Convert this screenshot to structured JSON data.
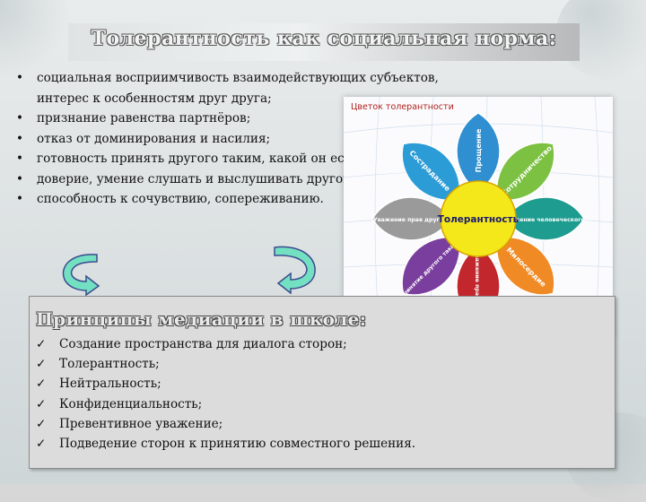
{
  "title": "Толерантность как социальная норма:",
  "bullets": [
    "социальная восприимчивость взаимодействующих субъектов, интерес к особенностям друг друга;",
    "признание равенства партнёров;",
    "отказ от доминирования и насилия;",
    "готовность принять другого таким, какой он есть;",
    "доверие, умение слушать и выслушивать другого;",
    "способность к сочувствию, сопереживанию."
  ],
  "bullet_symbol": "•",
  "flower": {
    "caption": "Цветок толерантности",
    "center": "Толерантность",
    "petals": [
      {
        "label": "Прощение",
        "color": "#2f8fd1"
      },
      {
        "label": "Сотрудничество",
        "color": "#7cc142"
      },
      {
        "label": "Уважение человеческого достоинства",
        "color": "#1d9c8f"
      },
      {
        "label": "Милосердие",
        "color": "#f08a24"
      },
      {
        "label": "Уважение прав других",
        "color": "#c1272d"
      },
      {
        "label": "Принятие другого таким, какой он есть",
        "color": "#7a3f9e"
      },
      {
        "label": "Уважение прав других",
        "color": "#9a9a9a"
      },
      {
        "label": "Сострадание",
        "color": "#2c9cd6"
      }
    ],
    "center_color": "#f4e81b"
  },
  "principles": {
    "title": "Принципы медиации в школе:",
    "check_symbol": "✓",
    "items": [
      "Создание пространства для диалога сторон;",
      "Толерантность;",
      "Нейтральность;",
      "Конфиденциальность;",
      "Превентивное уважение;",
      "Подведение сторон к принятию совместного решения."
    ]
  },
  "colors": {
    "arrow": "#74e0c2",
    "arrow_outline": "#3b4a8e"
  }
}
